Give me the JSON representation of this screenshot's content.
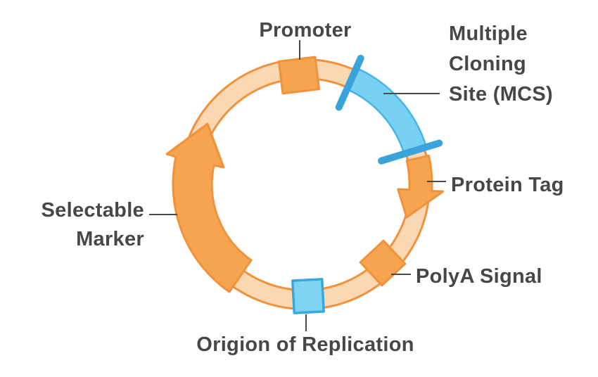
{
  "diagram": {
    "type": "plasmid-vector-map",
    "labels": {
      "promoter": "Promoter",
      "mcs_lines": [
        "Multiple",
        "Cloning",
        "Site (MCS)"
      ],
      "protein_tag": "Protein Tag",
      "polya": "PolyA Signal",
      "selectable_lines": [
        "Selectable",
        "Marker"
      ],
      "origin": "Origion of Replication"
    },
    "features": [
      {
        "name": "Promoter",
        "shape": "orange tilted square on ring at top"
      },
      {
        "name": "Multiple Cloning Site (MCS)",
        "shape": "light-blue arc segment bounded by two blue radial bars, upper right"
      },
      {
        "name": "Protein Tag",
        "shape": "orange block arrow pointing clockwise (downward) on right side"
      },
      {
        "name": "PolyA Signal",
        "shape": "orange diamond (rotated square) on lower right of ring"
      },
      {
        "name": "Origion of Replication",
        "shape": "blue square on ring at bottom"
      },
      {
        "name": "Selectable Marker",
        "shape": "thick orange arc arrow pointing clockwise (upward) on left side"
      }
    ],
    "colors": {
      "ring_fill": "#FBD8B2",
      "ring_stroke": "#F0923B",
      "feature_orange_fill": "#F6A44F",
      "feature_orange_stroke": "#F0923B",
      "mcs_fill": "#76D1F3",
      "mcs_edge": "#49B5E5",
      "restriction_bar": "#3BA3DB",
      "origin_fill": "#80D4F3",
      "origin_stroke": "#35A8DE",
      "label_text": "#474747",
      "leader_line": "#4A4A4A",
      "background": "#FFFFFF"
    }
  }
}
